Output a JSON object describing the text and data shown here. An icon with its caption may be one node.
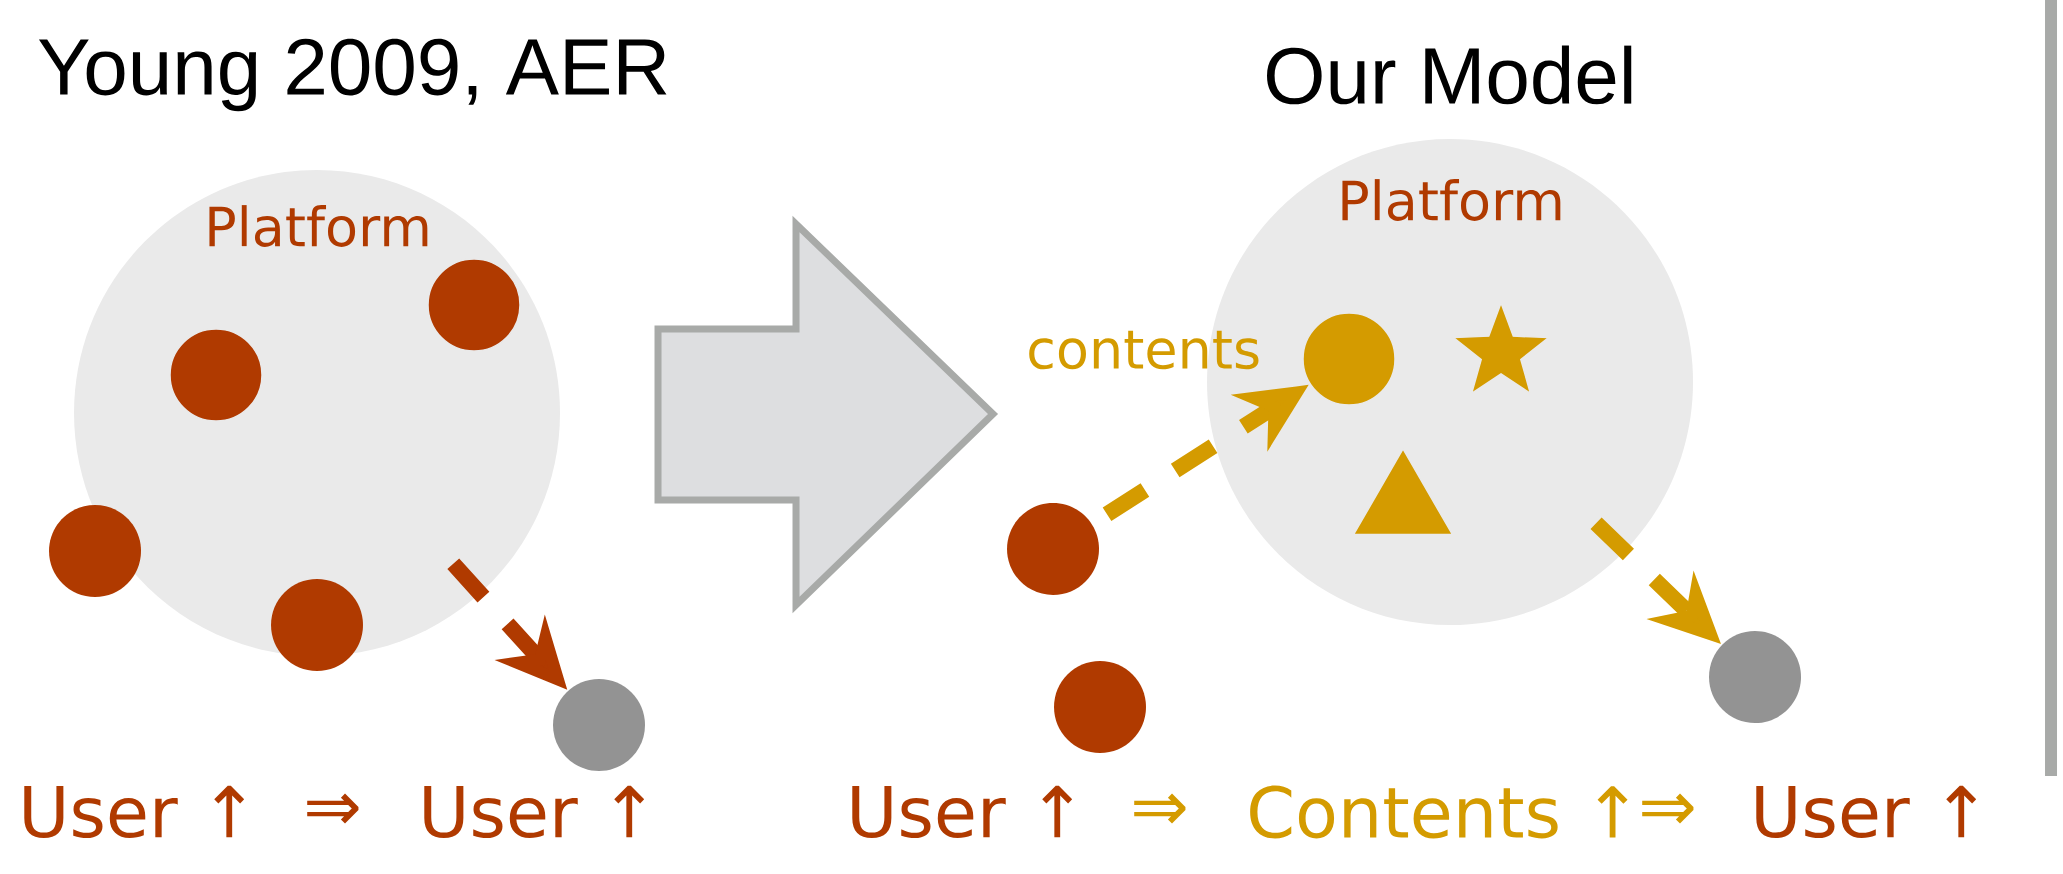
{
  "diagram": {
    "nodes": [
      {
        "text": [
          "Platform"
        ]
      },
      {
        "text": [],
        "shape": "circle",
        "in": 0
      },
      {
        "text": [],
        "shape": "circle",
        "in": 0
      },
      {
        "text": [],
        "shape": "circle"
      },
      {
        "text": [],
        "shape": "circle"
      },
      {
        "text": [],
        "shape": "circle"
      },
      {
        "text": [
          "Platform"
        ]
      },
      {
        "text": [],
        "shape": "circle",
        "in": 6
      },
      {
        "text": [],
        "shape": "star",
        "in": 6
      },
      {
        "text": [],
        "shape": "triangle",
        "in": 6
      },
      {
        "text": [],
        "shape": "circle"
      },
      {
        "text": [],
        "shape": "circle"
      },
      {
        "text": [],
        "shape": "circle"
      }
    ],
    "edges": [
      {
        "from": 0,
        "to": 5,
        "arrow": "to",
        "style": "dashed",
        "color": "#b03a00"
      },
      {
        "from": 10,
        "to": 7,
        "arrow": "to",
        "style": "dashed"
      },
      {
        "from": 6,
        "to": 12,
        "arrow": "to",
        "style": "dashed"
      }
    ],
    "labels": [
      "Young 2009, AER",
      "Our Model",
      "contents",
      "User ↑",
      "⇒",
      "User ↑",
      "User ↑",
      "⇒",
      "Contents ↑",
      "⇒",
      "User ↑"
    ]
  }
}
